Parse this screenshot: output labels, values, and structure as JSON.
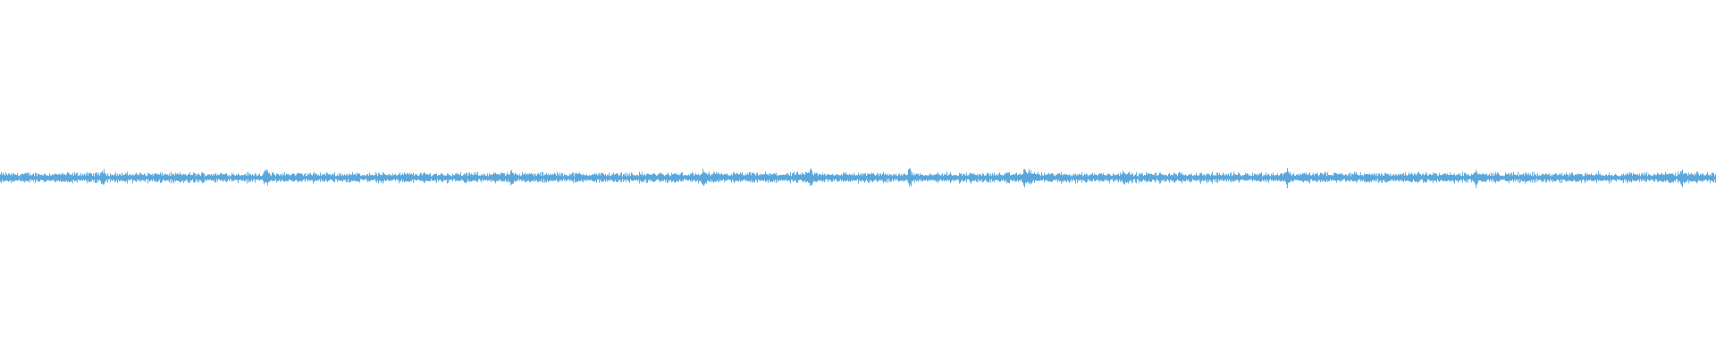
{
  "colors": {
    "background": "#ffffff",
    "waveform": "#5aa7dc"
  },
  "waveform": {
    "amplitude_level": 0.035,
    "peak_amplitude_level": 0.07,
    "peak_positions_fraction": [
      0.06,
      0.155,
      0.298,
      0.41,
      0.472,
      0.597,
      0.6,
      0.53,
      0.655,
      0.75,
      0.86,
      0.98
    ]
  }
}
